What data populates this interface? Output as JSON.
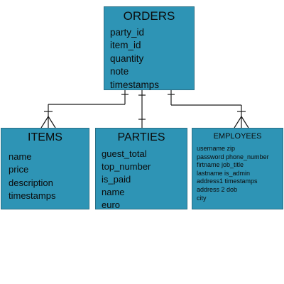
{
  "colors": {
    "entity_fill": "#2e94b5",
    "line": "#1a1a1a",
    "text": "#0b0b0b"
  },
  "orders": {
    "title": "ORDERS",
    "fields": [
      "party_id",
      "item_id",
      "quantity",
      "note",
      "timestamps"
    ]
  },
  "items": {
    "title": "ITEMS",
    "fields": [
      "name",
      "price",
      "description",
      "timestamps"
    ]
  },
  "parties": {
    "title": "PARTIES",
    "fields": [
      "guest_total",
      "top_number",
      "is_paid",
      "name",
      "euro"
    ]
  },
  "employees": {
    "title": "EMPLOYEES",
    "fields": [
      "username  zip",
      "password  phone_number",
      "firtname  job_title",
      "lastname  is_admin",
      "address1  timestamps",
      "address 2  dob",
      "city"
    ]
  }
}
